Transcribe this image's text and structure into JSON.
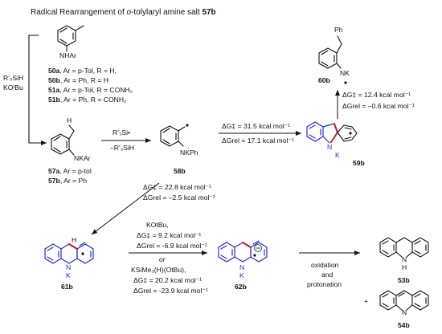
{
  "title": {
    "prefix": "Radical Rearrangement of ",
    "italic": "o",
    "middle": "-tolylaryl amine salt ",
    "bold": "57b"
  },
  "reagents_left": {
    "line1": "R'₃SiH",
    "line2": "KOᵗBu"
  },
  "compound_50": {
    "label_top": "NHAr",
    "entries": [
      {
        "id": "50a",
        "text": ", Ar = p-Tol, R = H,"
      },
      {
        "id": "50b",
        "text": ", Ar = Ph, R = H"
      },
      {
        "id": "51a",
        "text": ", Ar = p-Tol, R = CONH₂"
      },
      {
        "id": "51b",
        "text": ", Ar = Ph, R = CONH₂"
      }
    ]
  },
  "compound_57": {
    "atom_H": "H",
    "atom_N": "NKAr",
    "entries": [
      {
        "id": "57a",
        "text": ", Ar = p-tol"
      },
      {
        "id": "57b",
        "text": ", Ar = Ph"
      }
    ]
  },
  "step1": {
    "above": "R'₃Si•",
    "below": "–R'₃SiH"
  },
  "compound_58b": {
    "atom_N": "NKPh",
    "id": "58b"
  },
  "step2": {
    "dG_act": "ΔG‡ = 31.5 kcal mol⁻¹",
    "dG_rel": "ΔGrel = 17.1 kcal mol⁻¹"
  },
  "compound_59b": {
    "atom_N": "N",
    "atom_K": "K",
    "id": "59b"
  },
  "step3": {
    "dG_act": "ΔG‡ = 12.4 kcal mol⁻¹",
    "dG_rel": "ΔGrel = –0.6 kcal mol⁻¹"
  },
  "compound_60b": {
    "Ph": "Ph",
    "atom_N": "NK",
    "id": "60b"
  },
  "step4": {
    "dG_act": "ΔG‡ = 22.8 kcal mol⁻¹",
    "dG_rel": "ΔGrel = –2.5 kcal mol⁻¹"
  },
  "compound_61b": {
    "atom_H": "H",
    "atom_N": "N",
    "atom_K": "K",
    "id": "61b"
  },
  "step5": {
    "reagent1": "KOtBu,",
    "dG_act1": "ΔG‡ = 9.2 kcal mol⁻¹",
    "dG_rel1": "ΔGrel = -6.9 kcal mol⁻¹",
    "or": "or",
    "reagent2": "KSiMe₃(H)(OtBu),",
    "dG_act2": "ΔG‡ = 20.2 kcal mol⁻¹",
    "dG_rel2": "ΔGrel = -23.9 kcal mol⁻¹"
  },
  "compound_62b": {
    "atom_N": "N",
    "atom_K": "K",
    "charge": "⊖",
    "id": "62b"
  },
  "step6": {
    "line1": "oxidation",
    "line2": "and",
    "line3": "protonation"
  },
  "compound_53b": {
    "atom_N": "N",
    "atom_H": "H",
    "id": "53b"
  },
  "plus": "+",
  "compound_54b": {
    "atom_N": "N",
    "id": "54b"
  },
  "colors": {
    "highlight_blue": "#2a2ae6",
    "highlight_red": "#d21a1a"
  }
}
